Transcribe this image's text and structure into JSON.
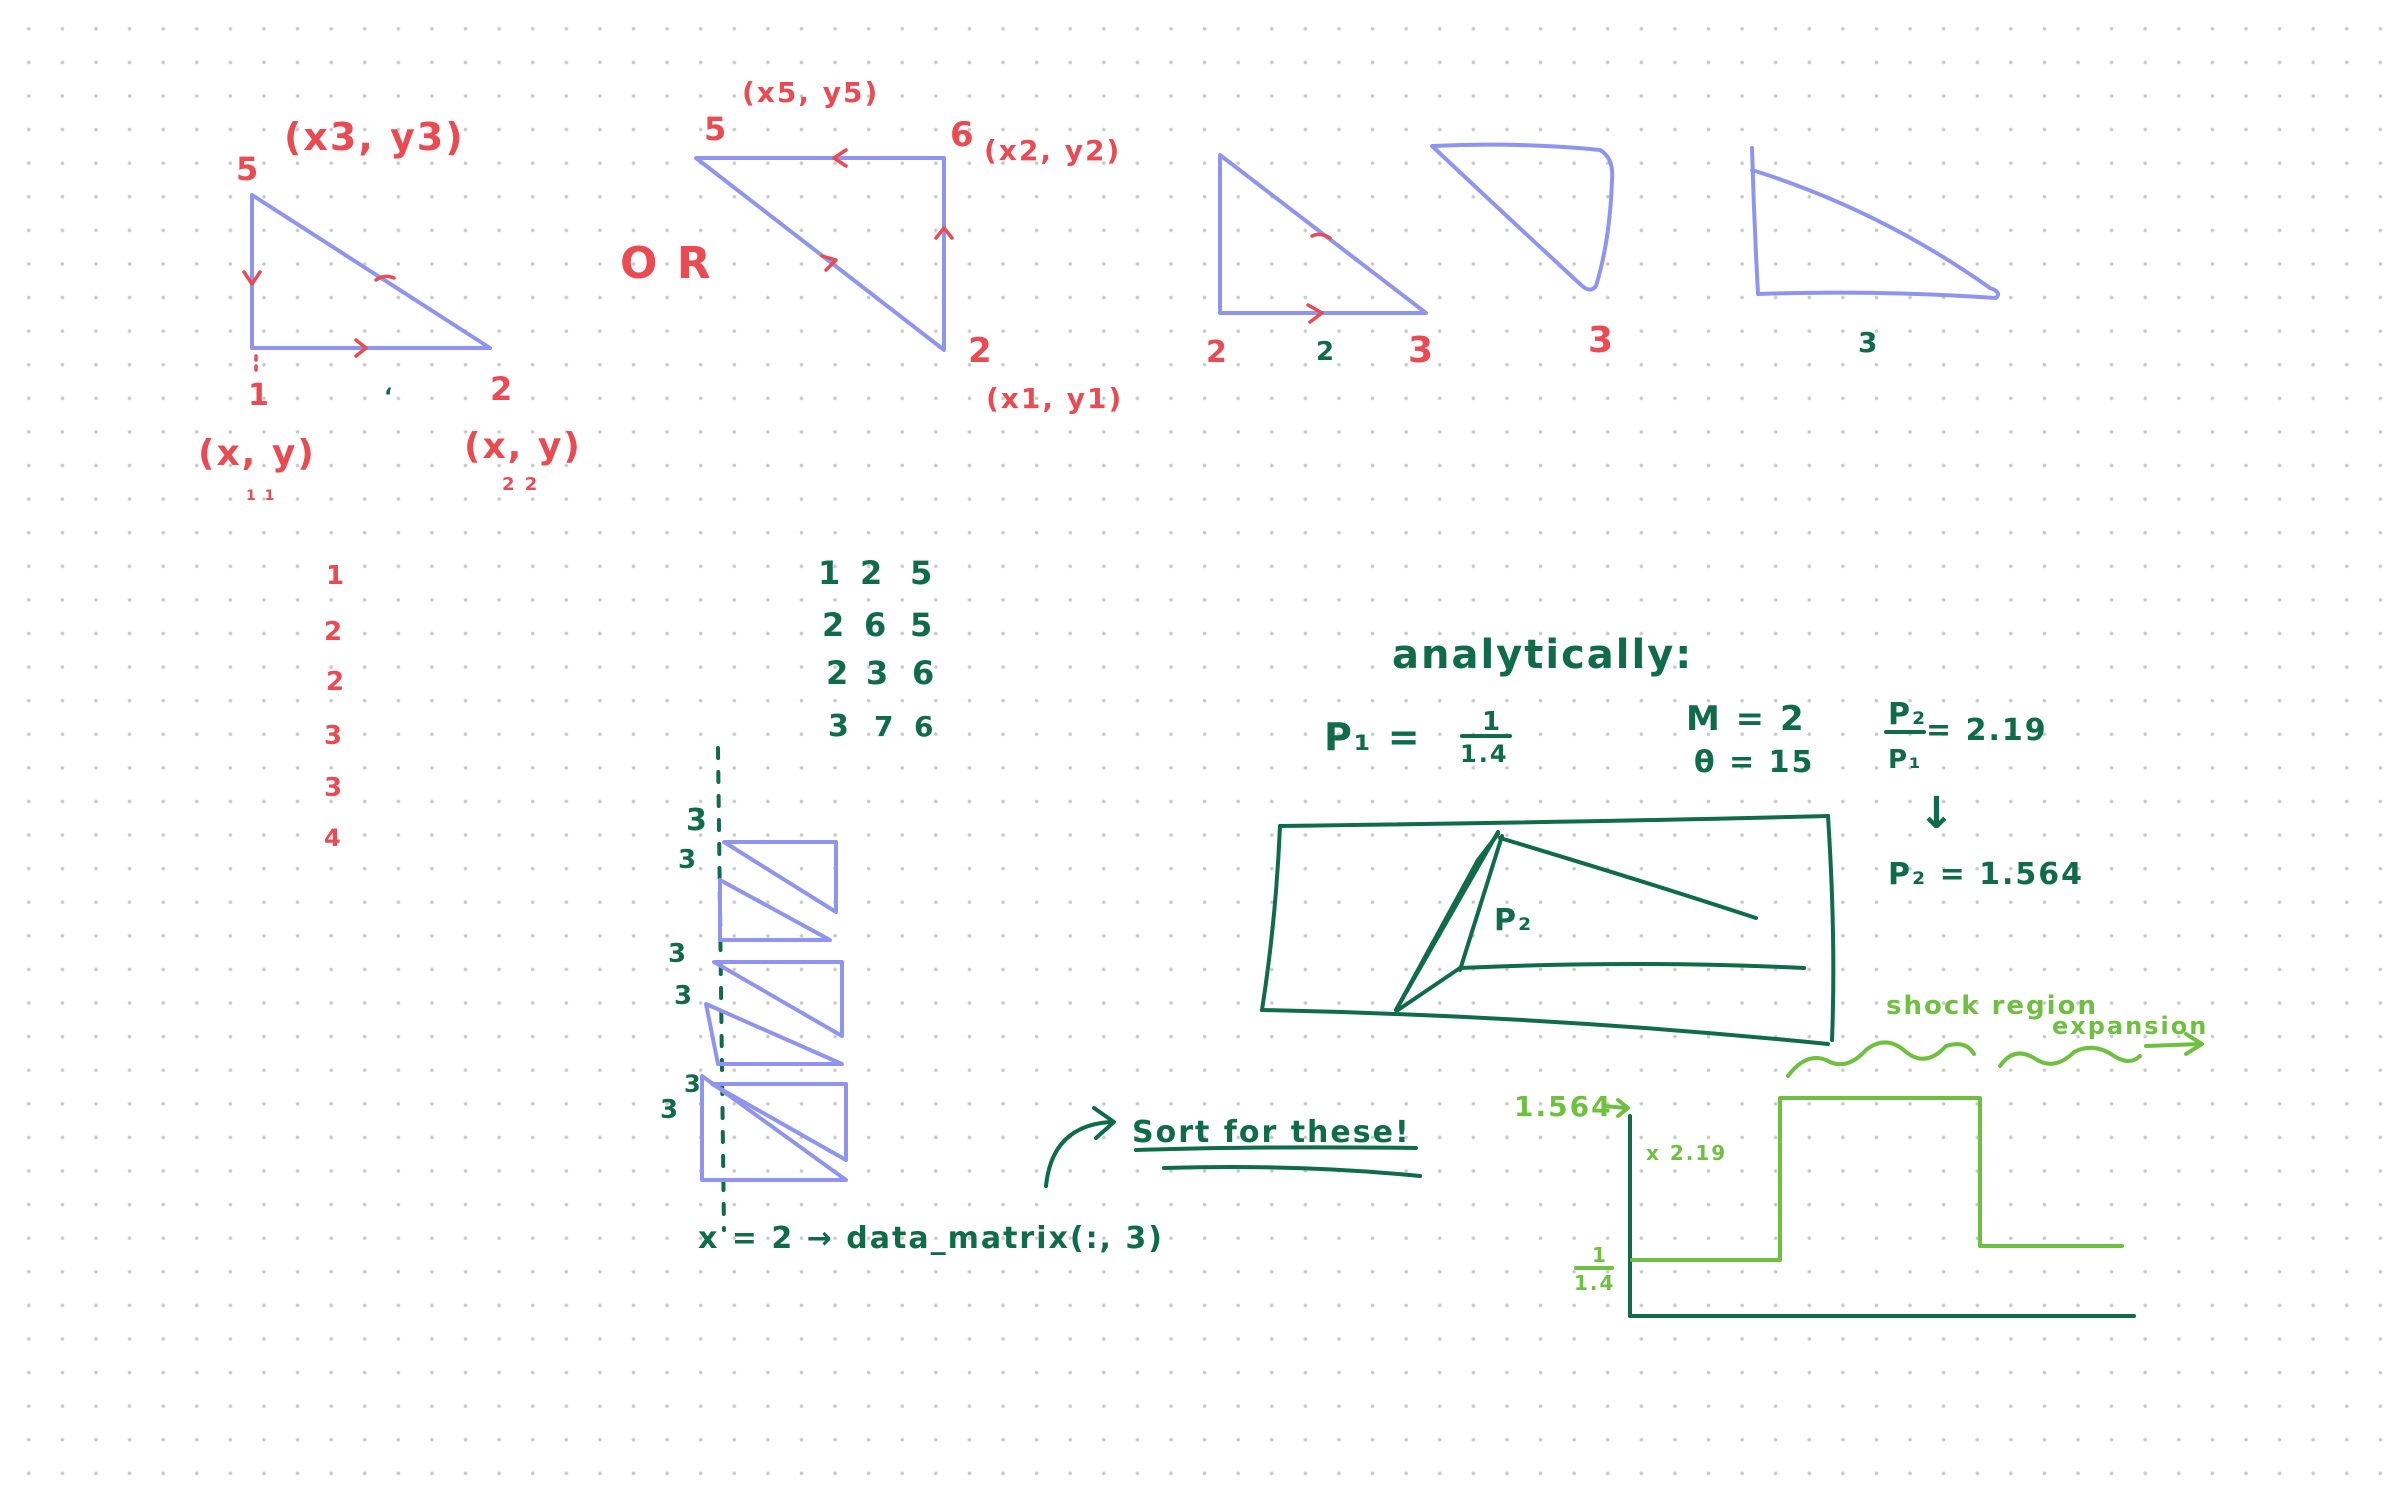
{
  "colors": {
    "red": "#ea4b52",
    "dark_green": "#0f6b49",
    "light_green": "#6fc041",
    "blue": "#8f95ef",
    "dot_grid": "#c9c9c9"
  },
  "tri1": {
    "n5": "5",
    "p3": "(x3, y3)",
    "n1": "1",
    "mid": "ʻ",
    "n2": "2",
    "p1": "(x, y)",
    "p1_sub": "1  1",
    "p2": "(x, y)",
    "p2_sub": "2   2"
  },
  "or_label": "O R",
  "tri2": {
    "n5": "5",
    "p5": "(x5, y5)",
    "n6": "6",
    "p6": "(x2, y2)",
    "n2": "2",
    "p2": "(x1, y1)"
  },
  "tri3": {
    "n2": "2",
    "n2b": "2",
    "n3": "3"
  },
  "tri4": {
    "n3": "3"
  },
  "tri5": {
    "n3": "3"
  },
  "col_list": [
    "1",
    "2",
    "2",
    "3",
    "3",
    "4"
  ],
  "matrix": [
    [
      "1",
      "2",
      "5"
    ],
    [
      "2",
      "6",
      "5"
    ],
    [
      "2",
      "3",
      "6"
    ],
    [
      "3",
      "7",
      "6"
    ]
  ],
  "stack_labels": [
    "3",
    "3",
    "3",
    "3",
    "3",
    "3"
  ],
  "x_eq": "x = 2 → data_matrix(:, 3)",
  "sort_note": "Sort for these!",
  "analytic": {
    "title": "analytically:",
    "p1_lhs": "P₁ =",
    "p1_num": "1",
    "p1_den": "1.4",
    "m": "M = 2",
    "theta": "θ = 15",
    "ratio_num": "P₂",
    "ratio_den": "P₁",
    "ratio_val": "= 2.19",
    "arrow": "↓",
    "p2_val": "P₂ = 1.564"
  },
  "box_label": "P₂",
  "graph": {
    "y_top": "1.564",
    "mult": "x 2.19",
    "y_low_num": "1",
    "y_low_den": "1.4",
    "shock": "shock region",
    "expansion": "expansion"
  }
}
